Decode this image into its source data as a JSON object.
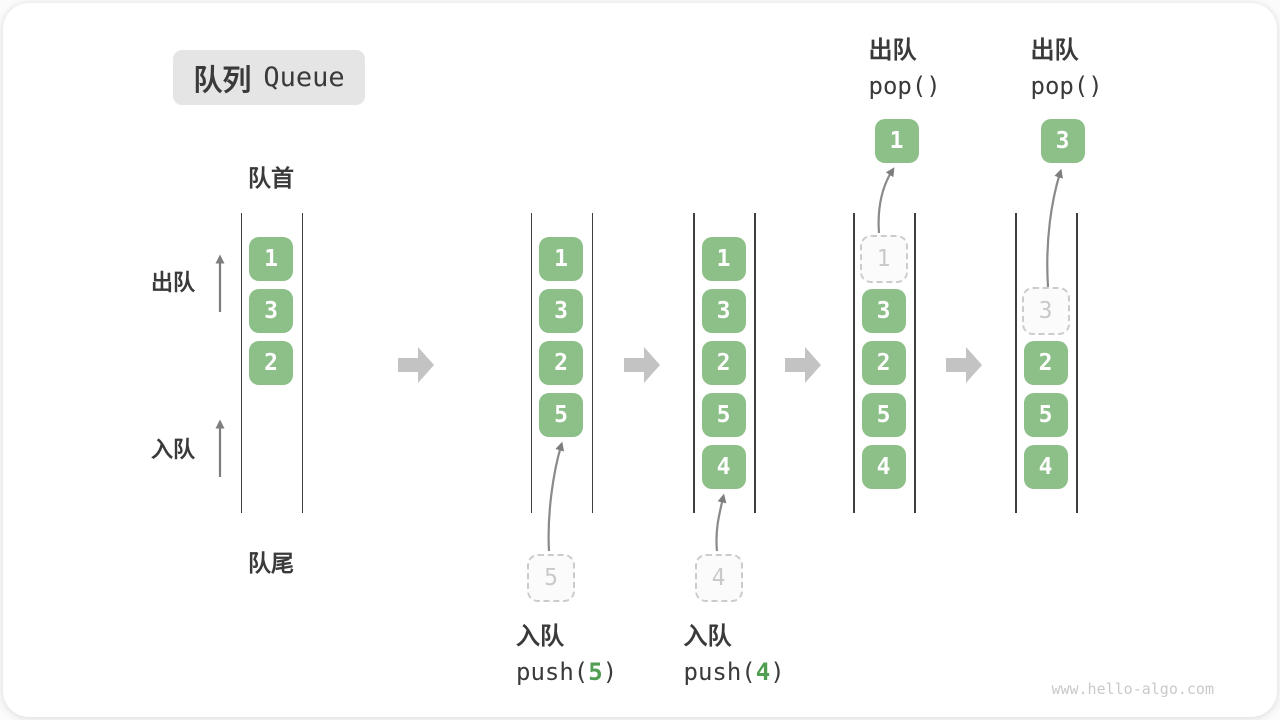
{
  "title": {
    "zh": "队列",
    "en": "Queue"
  },
  "labels": {
    "front": "队首",
    "rear": "队尾",
    "dequeue": "出队",
    "enqueue": "入队"
  },
  "watermark": "www.hello-algo.com",
  "colors": {
    "cell_green": "#8cc088",
    "code_arg_green": "#4f9e51",
    "block_arrow_gray": "#c3c3c3",
    "flow_arrow_gray": "#8a8a8a",
    "ghost_gray": "#cccccc",
    "text_dark": "#3a3a3a"
  },
  "states": [
    {
      "name": "initial",
      "cells": [
        {
          "value": "1",
          "slot": 0
        },
        {
          "value": "3",
          "slot": 1
        },
        {
          "value": "2",
          "slot": 2
        }
      ]
    },
    {
      "name": "after-push-5",
      "cells": [
        {
          "value": "1",
          "slot": 0
        },
        {
          "value": "3",
          "slot": 1
        },
        {
          "value": "2",
          "slot": 2
        },
        {
          "value": "5",
          "slot": 3
        }
      ],
      "ghost": {
        "value": "5"
      },
      "op": {
        "zh": "入队",
        "code_before": "push(",
        "arg": "5",
        "code_after": ")"
      }
    },
    {
      "name": "after-push-4",
      "cells": [
        {
          "value": "1",
          "slot": 0
        },
        {
          "value": "3",
          "slot": 1
        },
        {
          "value": "2",
          "slot": 2
        },
        {
          "value": "5",
          "slot": 3
        },
        {
          "value": "4",
          "slot": 4
        }
      ],
      "ghost": {
        "value": "4"
      },
      "op": {
        "zh": "入队",
        "code_before": "push(",
        "arg": "4",
        "code_after": ")"
      }
    },
    {
      "name": "after-pop-1",
      "ghost_slot": {
        "value": "1",
        "slot": 0
      },
      "cells": [
        {
          "value": "3",
          "slot": 1
        },
        {
          "value": "2",
          "slot": 2
        },
        {
          "value": "5",
          "slot": 3
        },
        {
          "value": "4",
          "slot": 4
        }
      ],
      "popped": {
        "value": "1"
      },
      "op": {
        "zh": "出队",
        "code": "pop()"
      }
    },
    {
      "name": "after-pop-3",
      "ghost_slot": {
        "value": "3",
        "slot": 1
      },
      "cells": [
        {
          "value": "2",
          "slot": 2
        },
        {
          "value": "5",
          "slot": 3
        },
        {
          "value": "4",
          "slot": 4
        }
      ],
      "popped": {
        "value": "3"
      },
      "op": {
        "zh": "出队",
        "code": "pop()"
      }
    }
  ]
}
